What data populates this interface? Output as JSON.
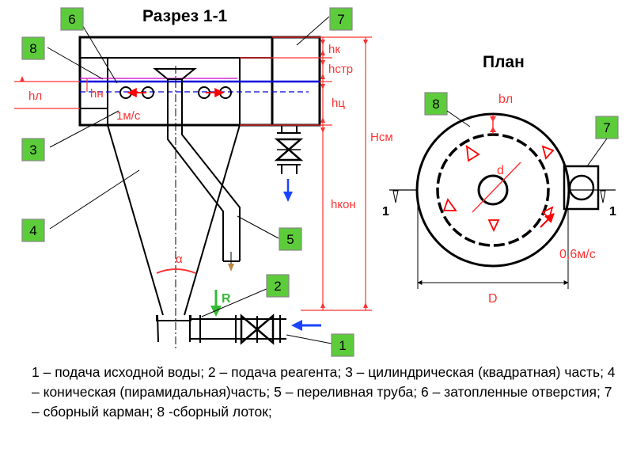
{
  "section": {
    "title": "Разрез 1-1",
    "labels": {
      "hk": "hк",
      "hstr": "hстр",
      "hl": "hл",
      "hn": "hн",
      "hts": "hц",
      "hkon": "hкон",
      "hsm": "Hсм",
      "alpha": "α",
      "speed": "1м/с",
      "reagent": "R"
    }
  },
  "plan": {
    "title": "План",
    "labels": {
      "bl": "bл",
      "d": "d",
      "D": "D",
      "speed": "0,6м/с",
      "cut_left": "1",
      "cut_right": "1"
    }
  },
  "badges": {
    "b1": "1",
    "b2": "2",
    "b3": "3",
    "b4": "4",
    "b5": "5",
    "b6": "6",
    "b7": "7",
    "b8": "8",
    "plan7": "7",
    "plan8": "8"
  },
  "legend": "1 – подача исходной воды;   2 – подача реагента; 3 – цилиндрическая (квадратная) часть; 4 – коническая (пирамидальная)часть; 5 – переливная труба; 6 – затопленные отверстия;  7 – сборный карман; 8 -сборный лоток;",
  "colors": {
    "badge": "#5ccc3a",
    "dimension": "#ff3333",
    "arrow": "#ff0000",
    "water_line": "#0000dd",
    "inflow_arrow": "#1a44ff",
    "reagent_arrow": "#33bb33"
  }
}
